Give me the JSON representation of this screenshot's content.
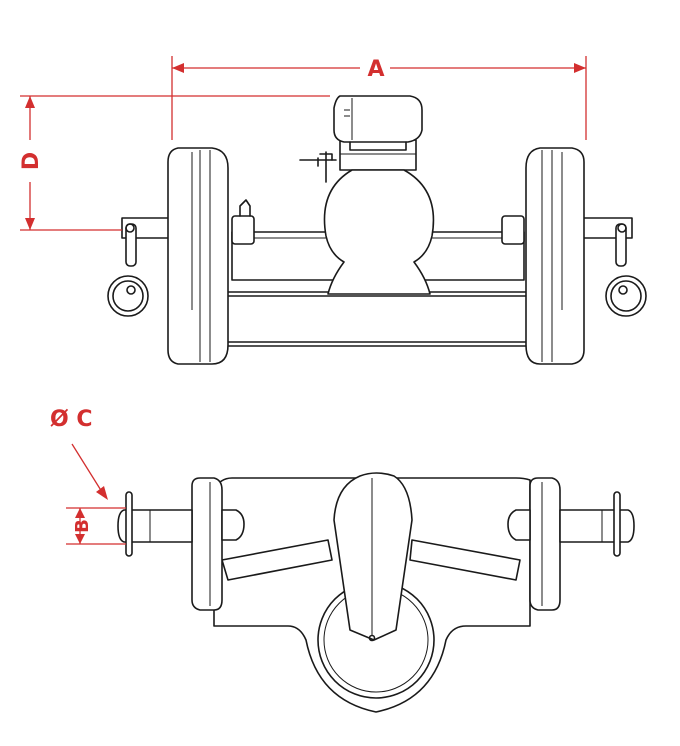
{
  "labels": {
    "a": "A",
    "b": "B",
    "c": "Ø C",
    "d": "D"
  },
  "colors": {
    "dimension": "#d32f2f",
    "outline": "#1a1a1a",
    "background": "#ffffff"
  }
}
